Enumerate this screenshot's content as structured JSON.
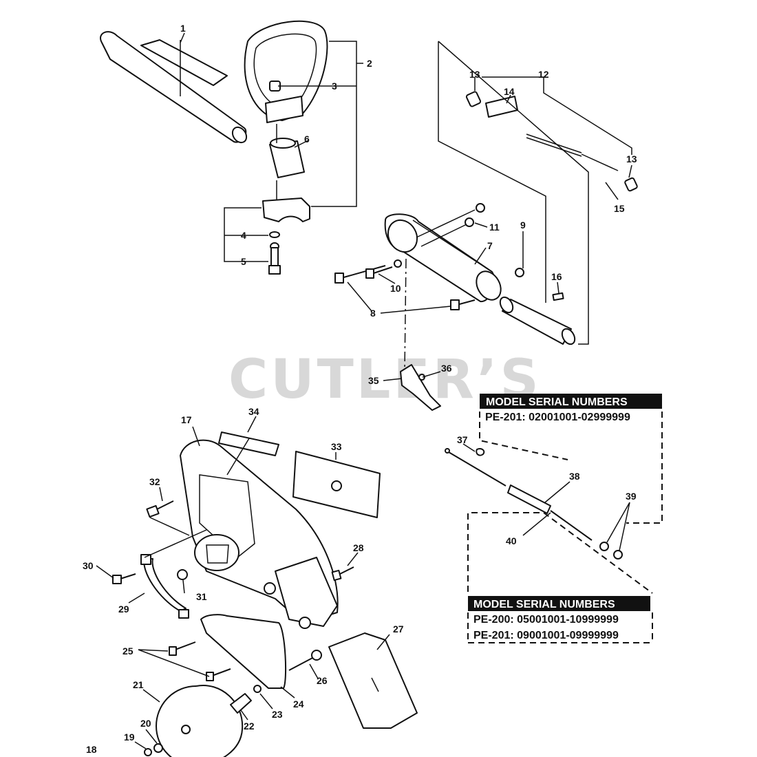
{
  "watermark": "CUTLER’S",
  "serial_boxes": [
    {
      "heading": "MODEL SERIAL NUMBERS",
      "rows": [
        "PE-201:  02001001-02999999"
      ]
    },
    {
      "heading": "MODEL SERIAL NUMBERS",
      "rows": [
        "PE-200:  05001001-10999999",
        "PE-201:  09001001-09999999"
      ]
    }
  ],
  "callouts": [
    "1",
    "2",
    "3",
    "4",
    "5",
    "6",
    "7",
    "8",
    "9",
    "10",
    "11",
    "12",
    "13",
    "13",
    "14",
    "15",
    "16",
    "17",
    "18",
    "19",
    "20",
    "21",
    "22",
    "23",
    "24",
    "25",
    "26",
    "27",
    "28",
    "29",
    "30",
    "31",
    "32",
    "33",
    "34",
    "35",
    "36",
    "37",
    "38",
    "39",
    "40"
  ]
}
